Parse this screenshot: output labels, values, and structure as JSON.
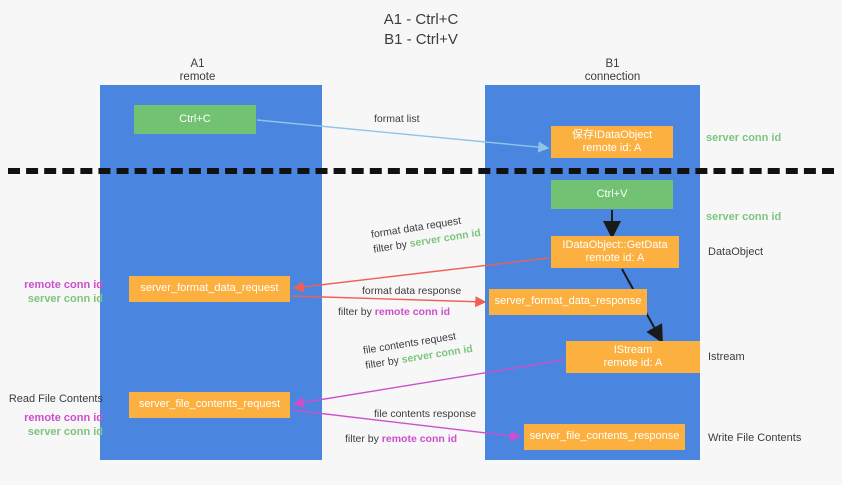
{
  "title_lines": [
    "A1 - Ctrl+C",
    "B1 - Ctrl+V"
  ],
  "colors": {
    "lane": "#4a86e0",
    "green_node": "#73c274",
    "orange_node": "#fbb040",
    "server_conn_id": "#7dc47e",
    "remote_conn_id": "#cc4fcc",
    "divider": "#111111",
    "background": "#f7f7f7"
  },
  "columns": [
    {
      "name": "A1",
      "sub": "remote"
    },
    {
      "name": "B1",
      "sub": "connection"
    }
  ],
  "nodes": {
    "ctrl_c": {
      "line1": "Ctrl+C",
      "line2": ""
    },
    "idataobject": {
      "line1": "保存IDataObject",
      "line2": "remote id: A"
    },
    "ctrl_v": {
      "line1": "Ctrl+V",
      "line2": ""
    },
    "getdata": {
      "line1": "IDataObject::GetData",
      "line2": "remote id: A"
    },
    "istream": {
      "line1": "IStream",
      "line2": "remote id: A"
    },
    "server_format_data_request": {
      "line1": "server_format_data_request",
      "line2": ""
    },
    "server_format_data_response": {
      "line1": "server_format_data_response",
      "line2": ""
    },
    "server_file_contents_request": {
      "line1": "server_file_contents_request",
      "line2": ""
    },
    "server_file_contents_response": {
      "line1": "server_file_contents_response",
      "line2": ""
    }
  },
  "edge_labels": {
    "format_list": "format list",
    "format_data_request": "format data request",
    "format_data_request_filter_prefix": "filter by ",
    "format_data_request_filter_value": "server conn id",
    "format_data_response": "format data response",
    "format_data_response_filter_prefix": "filter by ",
    "format_data_response_filter_value": "remote conn id",
    "file_contents_request": "file contents request",
    "file_contents_request_filter_prefix": "filter by ",
    "file_contents_request_filter_value": "server conn id",
    "file_contents_response": "file contents response",
    "file_contents_response_filter_prefix": "filter by ",
    "file_contents_response_filter_value": "remote conn id"
  },
  "annotations": {
    "server_conn_id_top": "server conn id",
    "server_conn_id_mid": "server conn id",
    "dataobject": "DataObject",
    "istream": "Istream",
    "write_file_contents": "Write File Contents",
    "read_file_contents": "Read File Contents",
    "remote_conn_id": "remote conn id",
    "server_conn_id": "server conn id"
  }
}
